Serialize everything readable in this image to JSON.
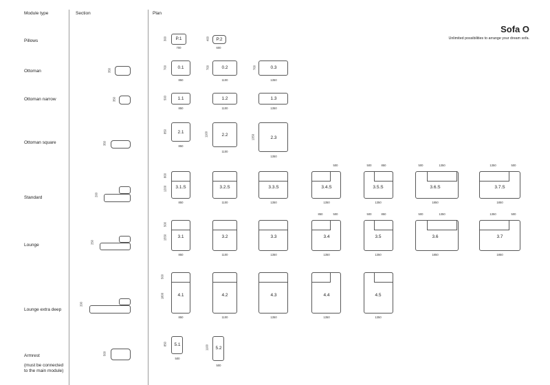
{
  "headers": {
    "module_type": "Module type",
    "section": "Section",
    "plan": "Plan"
  },
  "brand": {
    "title": "Sofa O",
    "subtitle": "Unlimited possibilities to arrange your dream sofa."
  },
  "rows": {
    "pillows": "Pillows",
    "ottoman": "Ottoman",
    "ottoman_narrow": "Ottoman narrow",
    "ottoman_square": "Ottoman square",
    "standard": "Standard",
    "lounge": "Lounge",
    "lounge_extra_deep": "Lounge extra deep",
    "armrest": "Armrest",
    "armrest_note1": "(must be connected",
    "armrest_note2": "to the main module)"
  },
  "modules": {
    "p1": "P.1",
    "p2": "P.2",
    "m01": "0.1",
    "m02": "0.2",
    "m03": "0.3",
    "m11": "1.1",
    "m12": "1.2",
    "m13": "1.3",
    "m21": "2.1",
    "m22": "2.2",
    "m23": "2.3",
    "s31": "3.1.S",
    "s32": "3.2.S",
    "s33": "3.3.S",
    "s34": "3.4.S",
    "s35": "3.5.S",
    "s36": "3.6.S",
    "s37": "3.7.S",
    "l31": "3.1",
    "l32": "3.2",
    "l33": "3.3",
    "l34": "3.4",
    "l35": "3.5",
    "l36": "3.6",
    "l37": "3.7",
    "x41": "4.1",
    "x42": "4.2",
    "x43": "4.3",
    "x44": "4.4",
    "x45": "4.5",
    "a51": "5.1",
    "a52": "5.2"
  },
  "dims": {
    "d300": "300",
    "d400": "400",
    "d500": "500",
    "d600": "600",
    "d700": "700",
    "d800": "800",
    "d850": "850",
    "d1100": "1100",
    "d1200": "1200",
    "d1350": "1350",
    "d1550": "1550",
    "d1800": "1800",
    "d1850": "1850",
    "d900": "900",
    "d250": "250",
    "d200": "200",
    "d350": "350"
  }
}
